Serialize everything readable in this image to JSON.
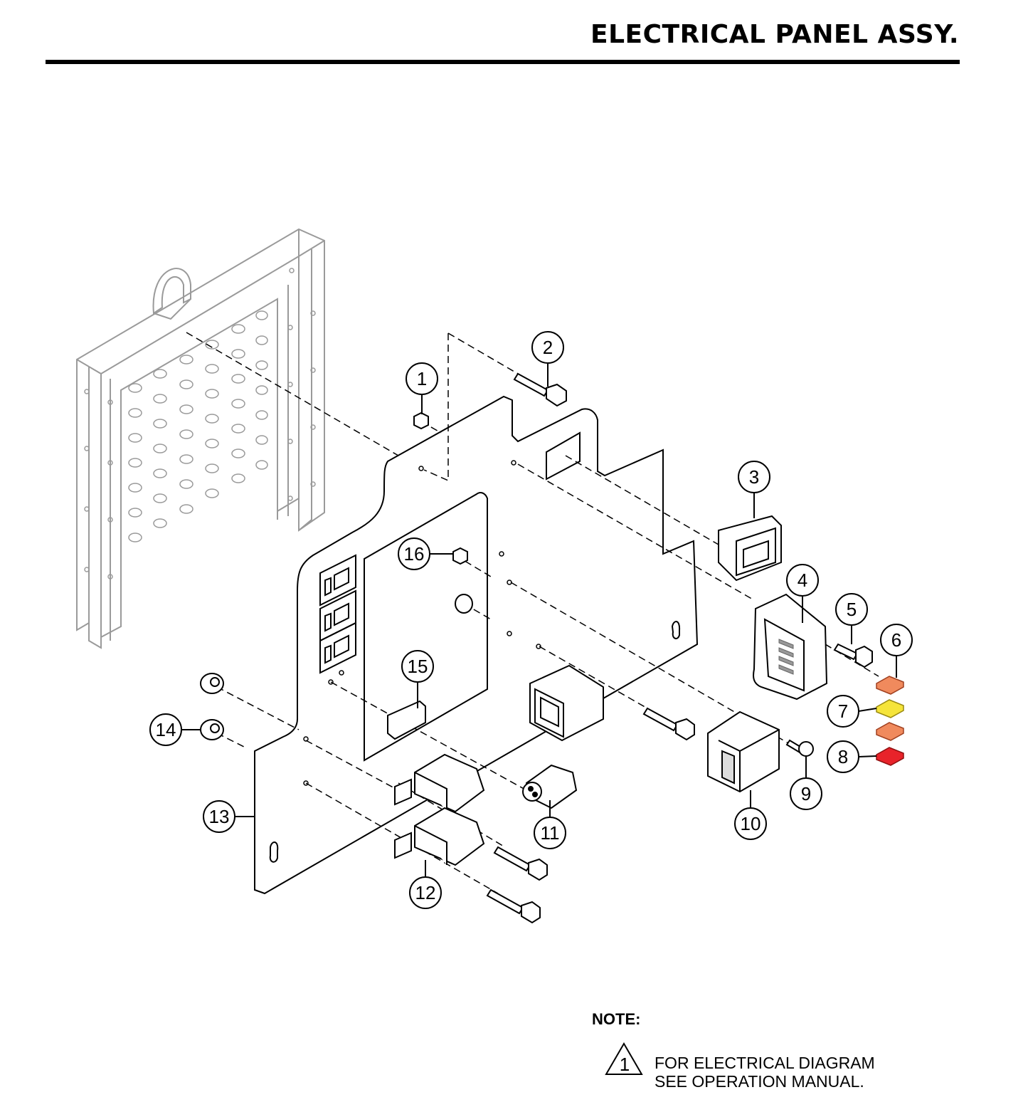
{
  "header": {
    "title": "ELECTRICAL PANEL ASSY."
  },
  "callouts": [
    "1",
    "2",
    "3",
    "4",
    "5",
    "6",
    "7",
    "8",
    "9",
    "10",
    "11",
    "12",
    "13",
    "14",
    "15",
    "16"
  ],
  "note": {
    "label": "NOTE:",
    "marker": "1",
    "lines": [
      "FOR ELECTRICAL DIAGRAM",
      "SEE OPERATION MANUAL."
    ]
  },
  "colors": {
    "line": "#000000",
    "frame_line": "#9a9a9a",
    "fuse_orange": "#f08a5d",
    "fuse_yellow": "#f5e43a",
    "fuse_red": "#e8232a"
  }
}
